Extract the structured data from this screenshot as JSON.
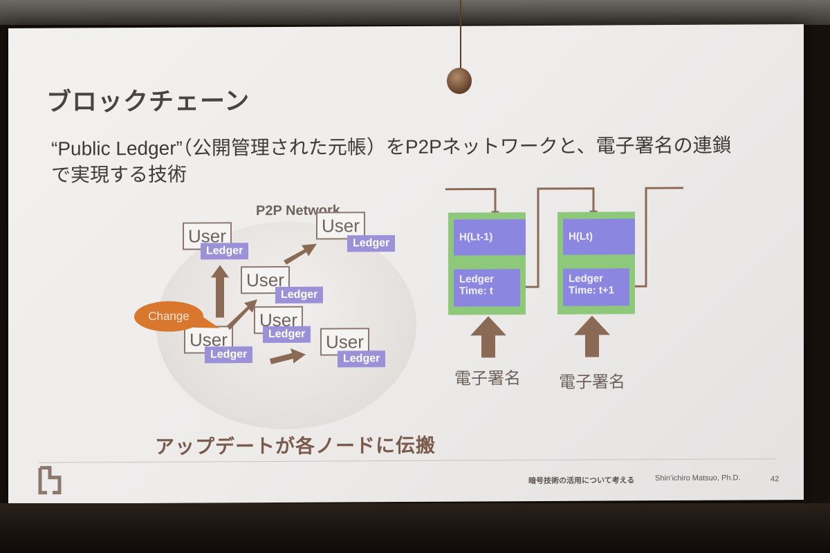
{
  "slide": {
    "title": "ブロックチェーン",
    "subtitle_line1": "“Public Ledger”（公開管理された元帳）をP2Pネットワークと、電子署名の連鎖",
    "subtitle_line2": "で実現する技術",
    "diagram_title": "P2P Network",
    "change_label": "Change",
    "caption": "アップデートが各ノードに伝搬",
    "node_user_label": "User",
    "node_ledger_label": "Ledger",
    "block1": {
      "hash": "H(Lt-1)",
      "ledger": "Ledger",
      "time": "Time: t"
    },
    "block2": {
      "hash": "H(Lt)",
      "ledger": "Ledger",
      "time": "Time: t+1"
    },
    "signature_label_1": "電子署名",
    "signature_label_2": "電子署名",
    "footer_topic": "暗号技術の活用について考える",
    "footer_author": "Shin’ichiro Matsuo, Ph.D.",
    "footer_page": "42"
  },
  "colors": {
    "ledger_purple": "#9b91d8",
    "block_green": "#8ec97b",
    "block_inner_purple": "#8b87e0",
    "arrow_brown": "#8b6a55",
    "change_orange": "#d9772e"
  }
}
